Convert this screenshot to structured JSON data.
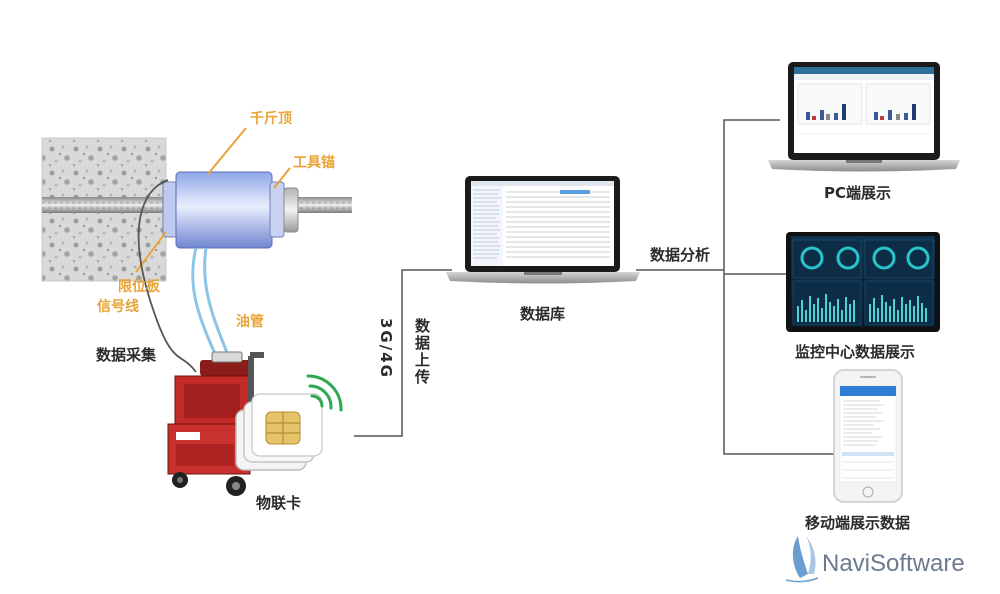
{
  "labels": {
    "jack": "千斤顶",
    "anchor": "工具锚",
    "limit_plate": "限位板",
    "signal_line": "信号线",
    "oil_pipe": "油管",
    "data_collection": "数据采集",
    "iot_card": "物联卡",
    "network": "3G/4G",
    "upload": "数据上传",
    "database": "数据库",
    "analysis": "数据分析",
    "pc_display": "PC端展示",
    "monitor_display": "监控中心数据展示",
    "mobile_display": "移动端展示数据"
  },
  "brand": {
    "name": "NaviSoftware"
  },
  "colors": {
    "accent_orange": "#e8a436",
    "line_gray": "#555555",
    "dash_dark": "#0d2a40",
    "dash_teal": "#27c4c9",
    "app_blue": "#2f7fd6",
    "machine_red": "#c22a28"
  }
}
